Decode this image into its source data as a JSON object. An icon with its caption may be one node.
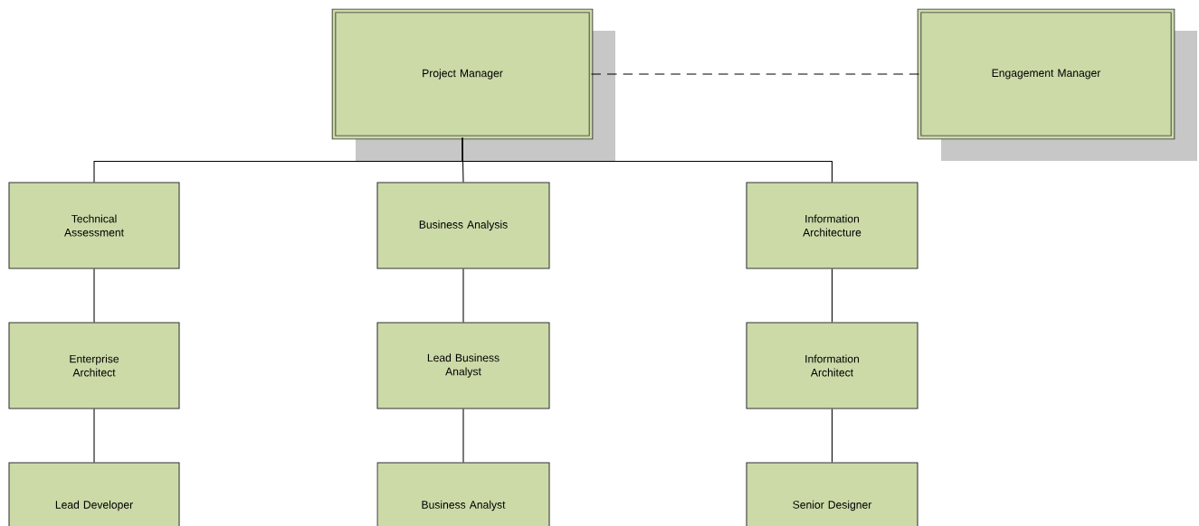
{
  "diagram": {
    "nodes": [
      {
        "text": [
          "Project Manager"
        ]
      },
      {
        "text": [
          "Engagement Manager"
        ]
      },
      {
        "text": [
          "Technical Assessment"
        ]
      },
      {
        "text": [
          "Business Analysis"
        ]
      },
      {
        "text": [
          "Information Architecture"
        ]
      },
      {
        "text": [
          "Enterprise Architect"
        ]
      },
      {
        "text": [
          "Lead Business Analyst"
        ]
      },
      {
        "text": [
          "Information Architect"
        ]
      },
      {
        "text": [
          "Lead Developer"
        ]
      },
      {
        "text": [
          "Business Analyst"
        ]
      },
      {
        "text": [
          "Senior Designer"
        ]
      }
    ],
    "edges": [
      {
        "from": 0,
        "to": 1,
        "arrow": "none",
        "style": "dashed"
      },
      {
        "from": 0,
        "to": 2,
        "arrow": "none"
      },
      {
        "from": 0,
        "to": 3,
        "arrow": "none"
      },
      {
        "from": 0,
        "to": 4,
        "arrow": "none"
      },
      {
        "from": 2,
        "to": 5,
        "arrow": "none"
      },
      {
        "from": 3,
        "to": 6,
        "arrow": "none"
      },
      {
        "from": 4,
        "to": 7,
        "arrow": "none"
      },
      {
        "from": 5,
        "to": 8,
        "arrow": "none"
      },
      {
        "from": 6,
        "to": 9,
        "arrow": "none"
      },
      {
        "from": 7,
        "to": 10,
        "arrow": "none"
      }
    ]
  }
}
